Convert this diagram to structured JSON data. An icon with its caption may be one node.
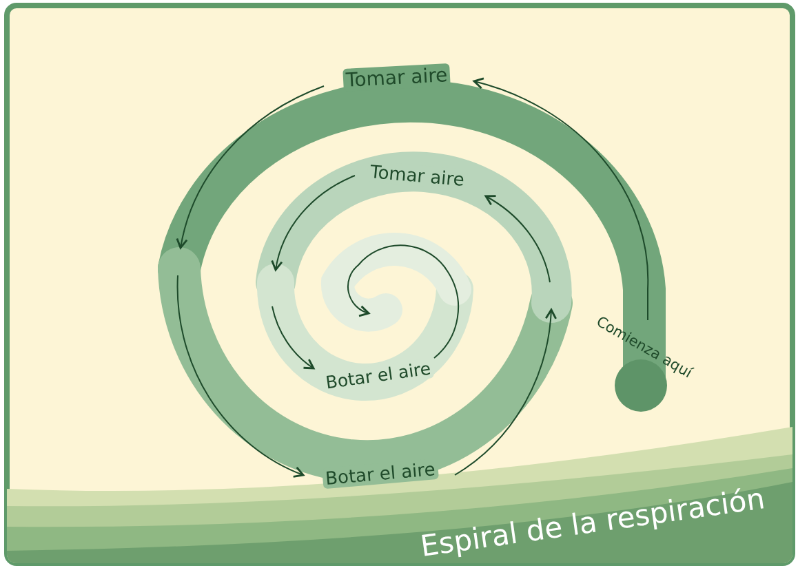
{
  "diagram": {
    "title": "Espiral de la respiración",
    "nodes": [
      {
        "text": [],
        "shape": "circle",
        "beside": [
          "Comienza aquí"
        ]
      }
    ],
    "labels": [
      "Tomar aire",
      "Tomar aire",
      "Botar el aire",
      "Botar el aire"
    ]
  }
}
